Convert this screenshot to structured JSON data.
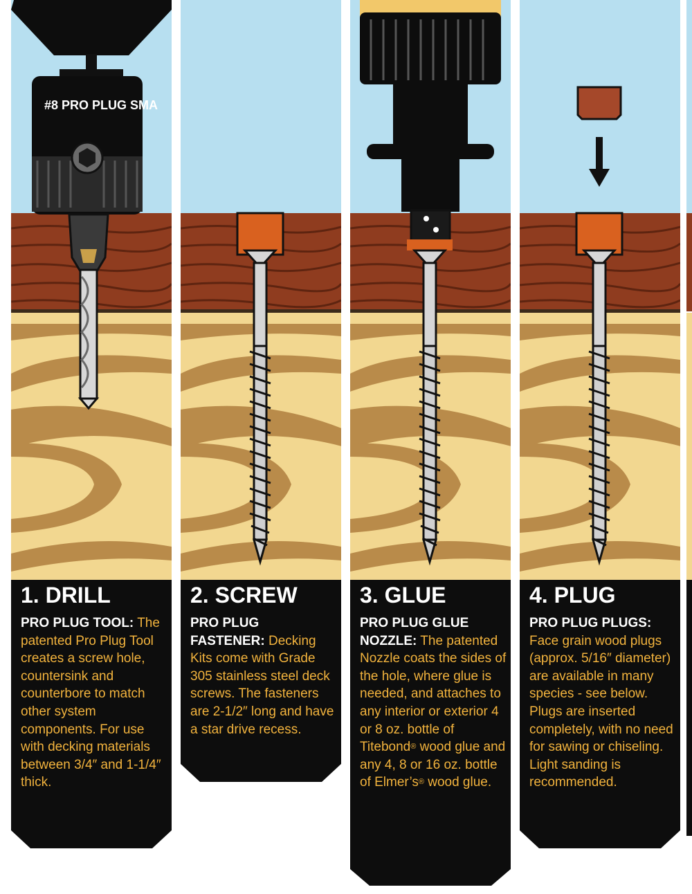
{
  "colors": {
    "sky": "#b7dff0",
    "deck": "#8f3c1f",
    "joist": "#f2d790",
    "grain": "#b98b4a",
    "plug": "#d9611f",
    "caption_bg": "#0d0d0d",
    "caption_text": "#f2b33d",
    "heading": "#ffffff"
  },
  "tool_label": "#8 PRO PLUG SMA",
  "panels": [
    {
      "title": "1. DRILL",
      "subtitle": "PRO PLUG TOOL:",
      "body": "The patented Pro Plug Tool creates a screw hole, countersink and counterbore to match other system components. For use with decking materials between 3/4″ and 1-1/4″ thick."
    },
    {
      "title": "2. SCREW",
      "subtitle": "PRO PLUG FASTENER:",
      "body": "Decking Kits come with Grade 305 stainless steel deck screws. The fasteners are 2-1/2″ long and have a star drive recess."
    },
    {
      "title": "3. GLUE",
      "subtitle": "PRO PLUG GLUE NOZZLE:",
      "body_a": "The patented Nozzle coats the sides of the hole, where glue is needed, and attaches to any interior or exterior 4 or 8 oz. bottle of Titebond",
      "reg": "®",
      "body_b": " wood glue and any 4, 8 or 16 oz. bottle of Elmer’s",
      "body_c": " wood glue."
    },
    {
      "title": "4. PLUG",
      "subtitle": "PRO PLUG PLUGS:",
      "body": "Face grain wood plugs (approx. 5/16″ diameter) are available in many species - see below. Plugs are inserted completely, with no need for sawing or chiseling. Light sanding is recommended."
    }
  ]
}
